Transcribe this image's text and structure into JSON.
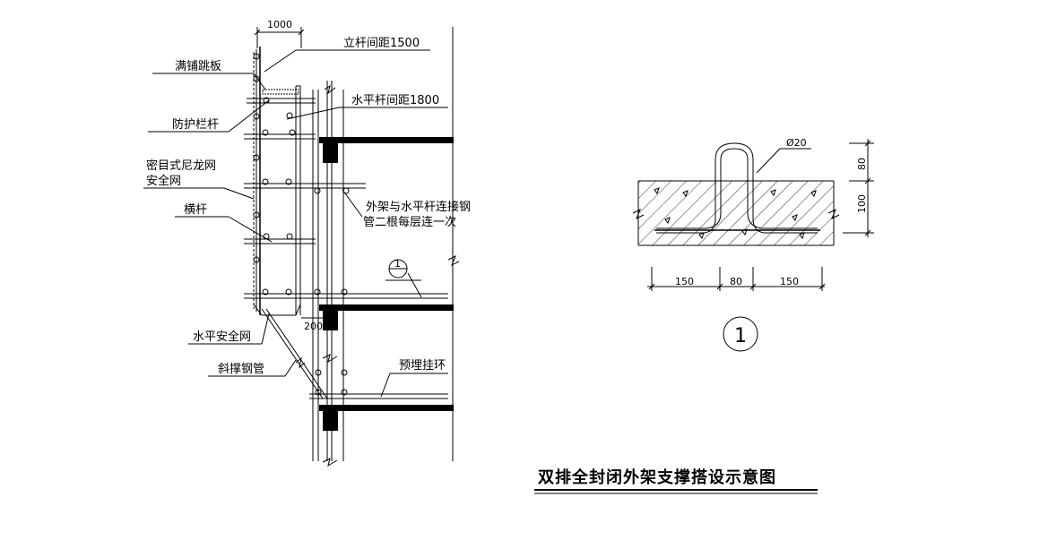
{
  "labels": {
    "full_board": "满铺跳板",
    "guardrail": "防护栏杆",
    "safety_net_1": "密目式尼龙网",
    "safety_net_2": "安全网",
    "crossbar": "横杆",
    "horizontal_net": "水平安全网",
    "diagonal_brace": "斜撑钢管",
    "pole_spacing": "立杆间距1500",
    "horizontal_spacing": "水平杆间距1800",
    "connect_note_1": "外架与水平杆连接钢",
    "connect_note_2": "管二根每层连一次",
    "embedded_ring": "预埋挂环"
  },
  "dims": {
    "width_1000": "1000",
    "dim_200": "200",
    "diameter": "Ø20",
    "d80_top": "80",
    "d100": "100",
    "d150_left": "150",
    "d80_mid": "80",
    "d150_right": "150"
  },
  "detail_marker": "1",
  "section_marker": "1",
  "title": "双排全封闭外架支撑搭设示意图"
}
